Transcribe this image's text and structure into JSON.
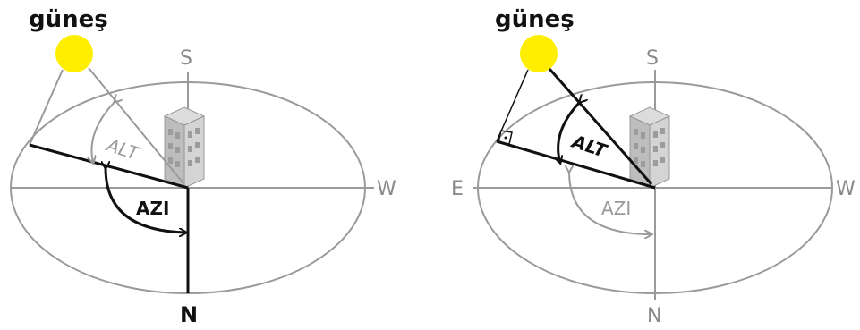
{
  "left": {
    "sun_label": "güneş",
    "dir_s": "S",
    "dir_w": "W",
    "dir_n": "N",
    "alt_label": "ALT",
    "azi_label": "AZI"
  },
  "right": {
    "sun_label": "güneş",
    "dir_s": "S",
    "dir_e": "E",
    "dir_w": "W",
    "dir_n": "N",
    "alt_label": "ALT",
    "azi_label": "AZI"
  },
  "colors": {
    "sun": "#ffee00",
    "grey": "#9a9a9a",
    "black": "#111111",
    "building": "#c8c8c8"
  }
}
